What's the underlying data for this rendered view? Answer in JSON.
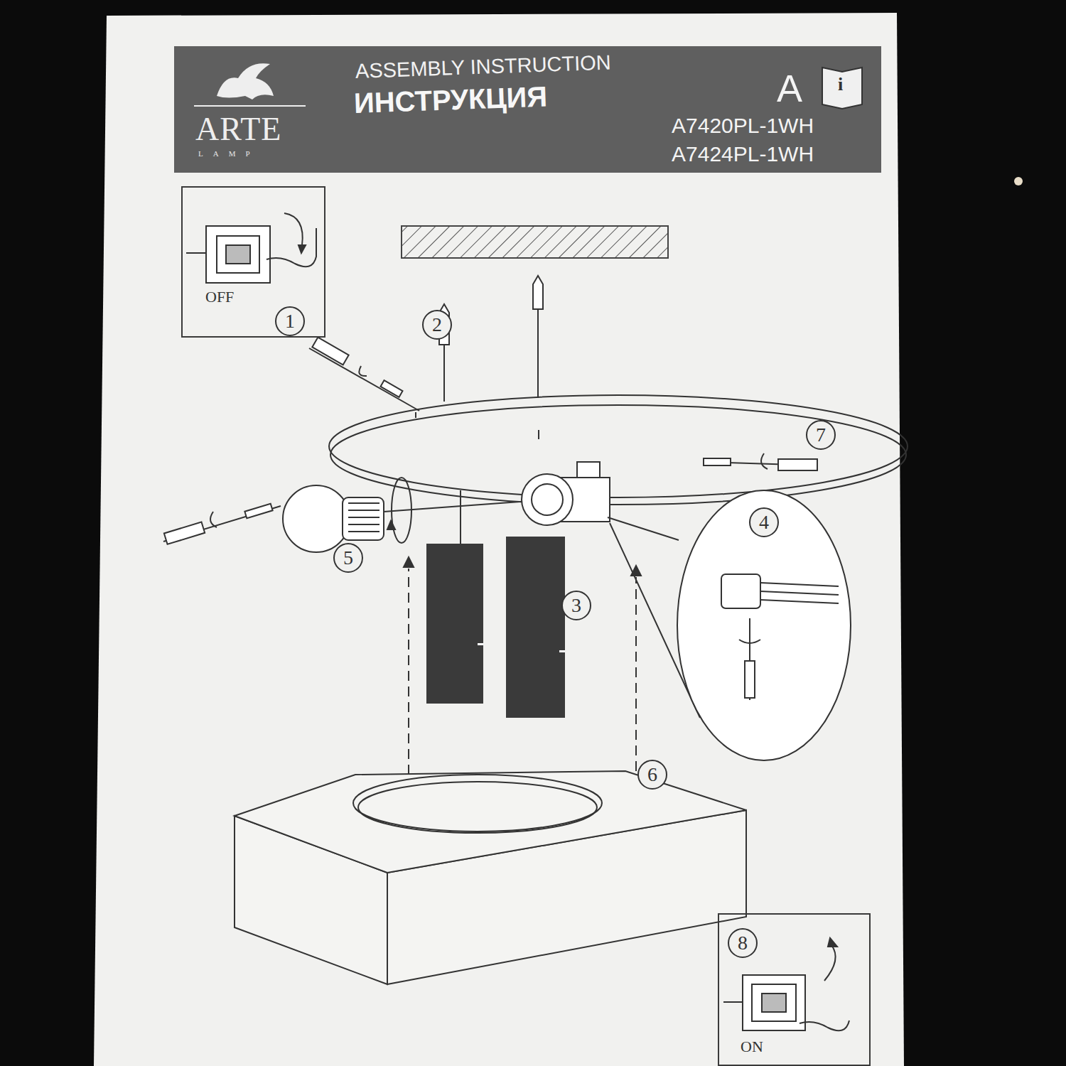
{
  "diagram": {
    "nodes": [
      {
        "text": [
          "ARTE",
          "LAMP",
          "ASSEMBLY INSTRUCTION",
          "ИНСТРУКЦИЯ",
          "A",
          "i",
          "A7420PL-1WH",
          "A7424PL-1WH"
        ]
      },
      {
        "text": [
          "OFF"
        ]
      },
      {
        "text": [
          "1"
        ],
        "in": 1
      },
      {
        "text": [
          "2"
        ]
      },
      {
        "text": [
          "7"
        ]
      },
      {
        "text": [
          "4"
        ]
      },
      {
        "text": [
          "5"
        ]
      },
      {
        "text": [
          "3"
        ]
      },
      {
        "text": [
          "6"
        ]
      },
      {
        "text": [
          "ON"
        ]
      },
      {
        "text": [
          "8"
        ],
        "in": 9
      }
    ]
  }
}
